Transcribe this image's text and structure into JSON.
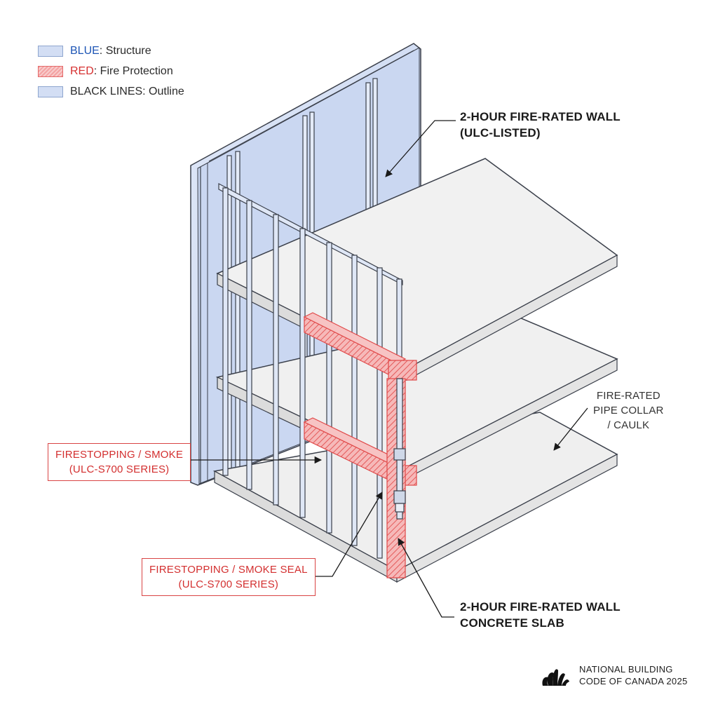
{
  "legend": {
    "items": [
      {
        "key": "BLUE",
        "text": ": Structure",
        "swatch": "blue"
      },
      {
        "key": "RED",
        "text": ": Fire Protection",
        "swatch": "red"
      },
      {
        "key": "BLACK LINES",
        "text": ": Outline",
        "swatch": "blue"
      }
    ]
  },
  "callouts": {
    "wall_top": {
      "line1": "2-HOUR FIRE-RATED WALL",
      "line2": "(ULC-LISTED)"
    },
    "pipe_collar": {
      "line1": "FIRE-RATED",
      "line2": "PIPE COLLAR",
      "line3": "/ CAULK"
    },
    "firestop_upper": {
      "line1": "FIRESTOPPING / SMOKE",
      "line2": "(ULC-S700 SERIES)"
    },
    "firestop_lower": {
      "line1": "FIRESTOPPING / SMOKE SEAL",
      "line2": "(ULC-S700 SERIES)"
    },
    "slab": {
      "line1": "2-HOUR FIRE-RATED WALL",
      "line2": "CONCRETE SLAB"
    }
  },
  "footer": {
    "line1": "NATIONAL BUILDING",
    "line2": "CODE OF CANADA 2025"
  },
  "colors": {
    "structure_blue": "#d3def4",
    "fire_red": "#e85a5a",
    "slab_grey": "#eeeeee",
    "outline": "#3a3f4a"
  }
}
